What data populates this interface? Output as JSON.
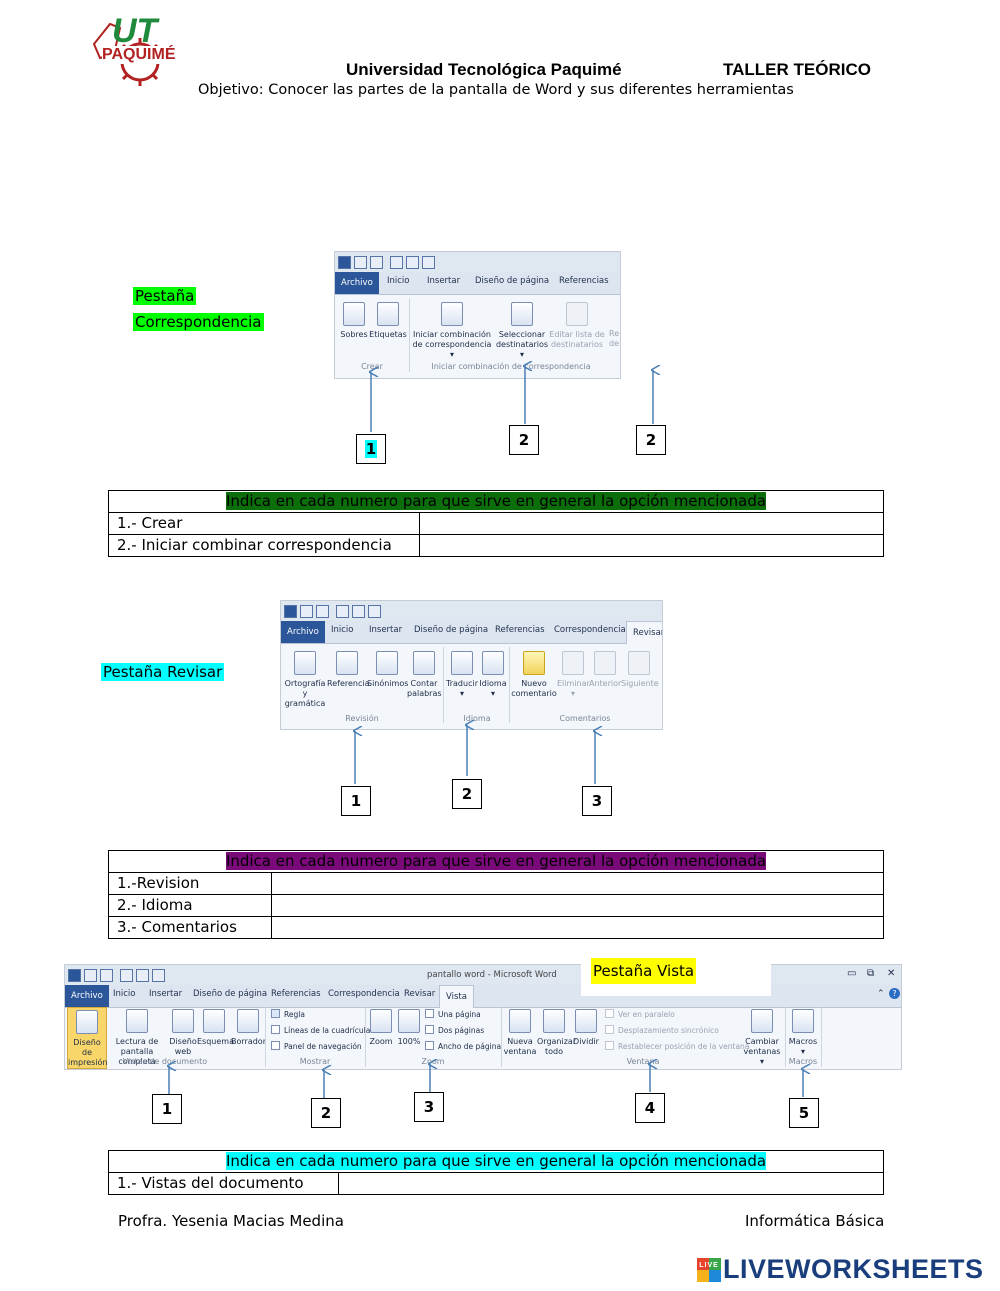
{
  "header": {
    "logo_text_top": "UT",
    "logo_text_bottom": "PAQUIMÉ",
    "university": "Universidad Tecnológica Paquimé",
    "workshop": "TALLER TEÓRICO",
    "objective": "Objetivo: Conocer las partes de la pantalla de Word y sus diferentes herramientas"
  },
  "section1": {
    "label_line1": "Pestaña",
    "label_line2": "Correspondencia",
    "ribbon": {
      "tabs": [
        "Archivo",
        "Inicio",
        "Insertar",
        "Diseño de página",
        "Referencias"
      ],
      "buttons": [
        {
          "label1": "Sobres",
          "label2": ""
        },
        {
          "label1": "Etiquetas",
          "label2": ""
        },
        {
          "label1": "Iniciar combinación",
          "label2": "de correspondencia ▾"
        },
        {
          "label1": "Seleccionar",
          "label2": "destinatarios ▾"
        },
        {
          "label1": "Editar lista de",
          "label2": "destinatarios"
        },
        {
          "label1": "Re",
          "label2": "de"
        }
      ],
      "groups": [
        "Crear",
        "Iniciar combinación de correspondencia"
      ]
    },
    "numbers": [
      "1",
      "2",
      "2"
    ],
    "table": {
      "heading": "Indica en cada numero para que sirve en general la opción mencionada",
      "rows": [
        "1.- Crear",
        "2.- Iniciar combinar correspondencia"
      ]
    }
  },
  "section2": {
    "label": "Pestaña Revisar",
    "ribbon": {
      "tabs": [
        "Archivo",
        "Inicio",
        "Insertar",
        "Diseño de página",
        "Referencias",
        "Correspondencia",
        "Revisar"
      ],
      "buttons": [
        {
          "label1": "Ortografía",
          "label2": "y gramática"
        },
        {
          "label1": "Referencia",
          "label2": ""
        },
        {
          "label1": "Sinónimos",
          "label2": ""
        },
        {
          "label1": "Contar",
          "label2": "palabras"
        },
        {
          "label1": "Traducir",
          "label2": "▾"
        },
        {
          "label1": "Idioma",
          "label2": "▾"
        },
        {
          "label1": "Nuevo",
          "label2": "comentario"
        },
        {
          "label1": "Eliminar",
          "label2": "▾"
        },
        {
          "label1": "Anterior",
          "label2": ""
        },
        {
          "label1": "Siguiente",
          "label2": ""
        }
      ],
      "groups": [
        "Revisión",
        "Idioma",
        "Comentarios"
      ]
    },
    "numbers": [
      "1",
      "2",
      "3"
    ],
    "table": {
      "heading": "Indica en cada numero para que sirve en general la opción mencionada",
      "rows": [
        "1.-Revision",
        "2.- Idioma",
        "3.- Comentarios"
      ]
    }
  },
  "section3": {
    "label": "Pestaña Vista",
    "ribbon": {
      "window_title": "pantallo word - Microsoft Word",
      "tabs": [
        "Archivo",
        "Inicio",
        "Insertar",
        "Diseño de página",
        "Referencias",
        "Correspondencia",
        "Revisar",
        "Vista"
      ],
      "view_buttons": [
        {
          "label1": "Diseño de",
          "label2": "impresión"
        },
        {
          "label1": "Lectura de",
          "label2": "pantalla completa"
        },
        {
          "label1": "Diseño",
          "label2": "web"
        },
        {
          "label1": "Esquema",
          "label2": ""
        },
        {
          "label1": "Borrador",
          "label2": ""
        }
      ],
      "show_items": [
        "Regla",
        "Líneas de la cuadrícula",
        "Panel de navegación"
      ],
      "zoom_buttons": [
        {
          "label1": "Zoom",
          "label2": ""
        },
        {
          "label1": "100%",
          "label2": ""
        }
      ],
      "zoom_items": [
        "Una página",
        "Dos páginas",
        "Ancho de página"
      ],
      "window_buttons": [
        {
          "label1": "Nueva",
          "label2": "ventana"
        },
        {
          "label1": "Organizar",
          "label2": "todo"
        },
        {
          "label1": "Dividir",
          "label2": ""
        }
      ],
      "window_items": [
        "Ver en paralelo",
        "Desplazamiento sincrónico",
        "Restablecer posición de la ventana"
      ],
      "switch_button": {
        "label1": "Cambiar",
        "label2": "ventanas ▾"
      },
      "macros_button": {
        "label1": "Macros",
        "label2": "▾"
      },
      "groups": [
        "Vistas de documento",
        "Mostrar",
        "Zoom",
        "Ventana",
        "Macros"
      ]
    },
    "numbers": [
      "1",
      "2",
      "3",
      "4",
      "5"
    ],
    "table": {
      "heading": "Indica en cada numero para que sirve en general la opción mencionada",
      "rows": [
        "1.- Vistas del documento"
      ]
    }
  },
  "footer": {
    "teacher": "Profra. Yesenia Macias Medina",
    "subject": "Informática Básica",
    "brand": "LIVEWORKSHEETS",
    "brand_badge": "LIVE"
  },
  "colors": {
    "green_highlight": "#00ff00",
    "cyan_highlight": "#00ffff",
    "yellow_highlight": "#ffff00",
    "table1_heading": "#0b6e0b",
    "table2_heading": "#7a0a7a",
    "table3_heading": "#00ffff",
    "logo_red": "#b22222",
    "logo_green": "#1f8a3b",
    "arrow_blue": "#4a7fb5"
  }
}
